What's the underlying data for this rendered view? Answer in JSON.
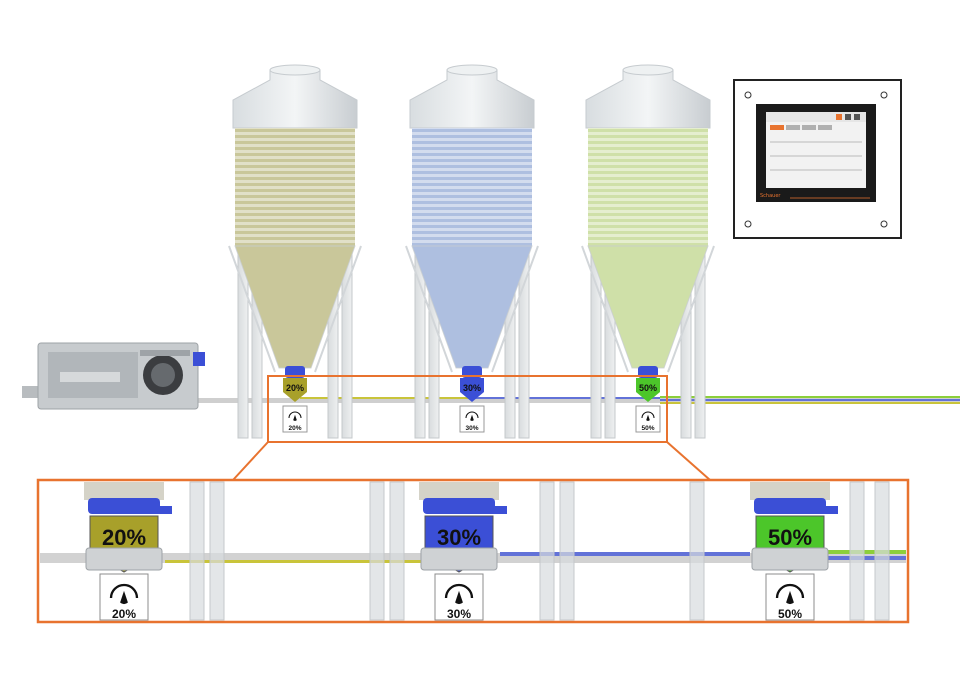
{
  "silos": [
    {
      "id": "silo-1",
      "percent": "20%",
      "color": "#c9c79a",
      "hopper_color": "#a8a02a",
      "valve_label": "20%",
      "level_fraction": 0.2
    },
    {
      "id": "silo-2",
      "percent": "30%",
      "color": "#aebfe0",
      "hopper_color": "#3b4fd6",
      "valve_label": "30%",
      "level_fraction": 0.3
    },
    {
      "id": "silo-3",
      "percent": "50%",
      "color": "#cfe0a8",
      "hopper_color": "#4cc62a",
      "valve_label": "50%",
      "level_fraction": 0.5
    }
  ],
  "zoom": {
    "hoppers": [
      {
        "percent": "20%",
        "color": "#a8a02a",
        "valve_label": "20%"
      },
      {
        "percent": "30%",
        "color": "#3b4fd6",
        "valve_label": "30%"
      },
      {
        "percent": "50%",
        "color": "#4cc62a",
        "valve_label": "50%"
      }
    ]
  },
  "controller": {
    "brand_text": "Schauer"
  },
  "colors": {
    "highlight": "#e8732f",
    "pipe": "#b9b9b9",
    "feed_green": "#8ccf3a",
    "feed_blue": "#6272d8",
    "feed_yellow": "#c9c43a"
  },
  "icons": [
    "gauge-icon",
    "touchscreen-controller",
    "feed-mixer-machine"
  ]
}
